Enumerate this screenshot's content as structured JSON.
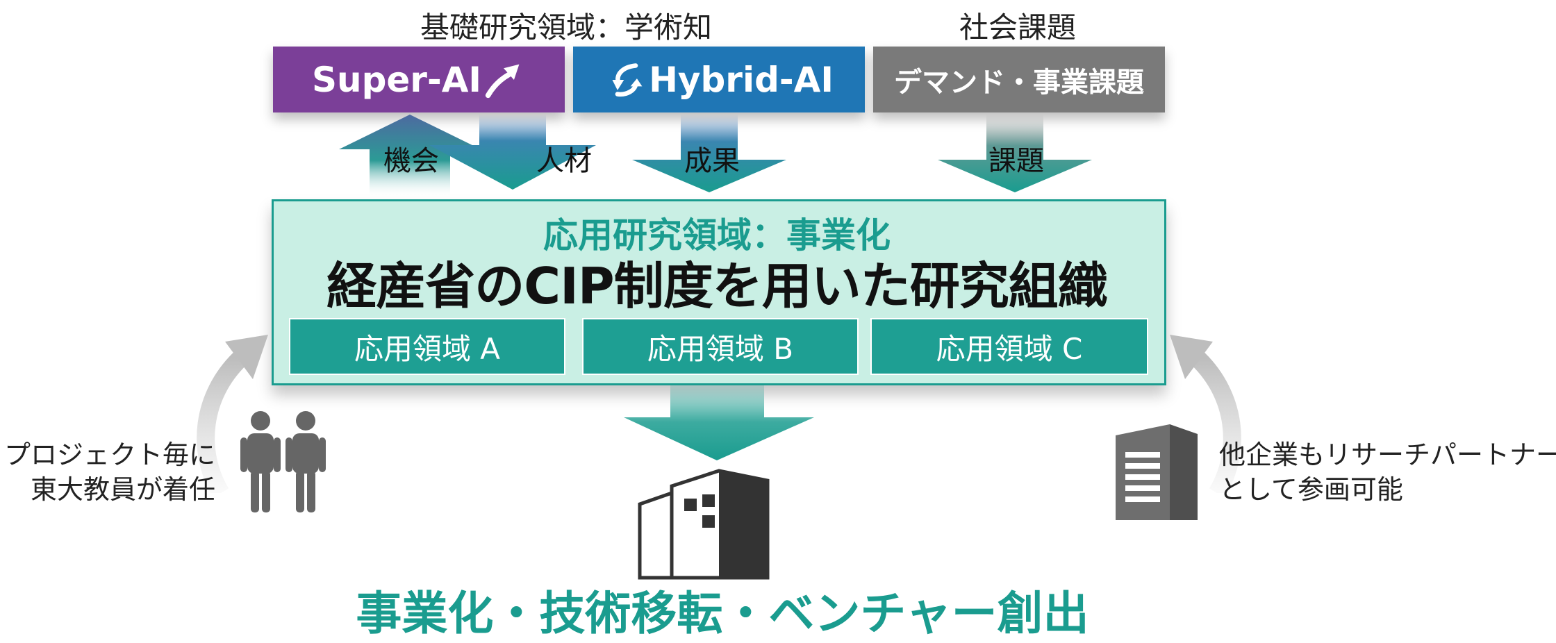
{
  "headers": {
    "left": "基礎研究領域：学術知",
    "right": "社会課題"
  },
  "top_boxes": [
    {
      "label": "Super-AI",
      "color": "#7b3f98",
      "icon": "up-right-arrow-icon"
    },
    {
      "label": "Hybrid-AI",
      "color": "#1f76b5",
      "icon": "cycle-arrow-icon"
    },
    {
      "label": "デマンド・事業課題",
      "color": "#7a7a7a"
    }
  ],
  "flow_arrows": [
    {
      "label": "機会",
      "direction": "up"
    },
    {
      "label": "人材",
      "direction": "down"
    },
    {
      "label": "成果",
      "direction": "down"
    },
    {
      "label": "課題",
      "direction": "down"
    }
  ],
  "main": {
    "subtitle": "応用研究領域：事業化",
    "title": "経産省のCIP制度を用いた研究組織",
    "areas": [
      "応用領域 A",
      "応用領域 B",
      "応用領域 C"
    ]
  },
  "left_note": {
    "line1": "プロジェクト毎に",
    "line2": "東大教員が着任",
    "icon": "people-icon"
  },
  "right_note": {
    "line1": "他企業もリサーチパートナー",
    "line2": "として参画可能",
    "icon": "office-building-icon"
  },
  "bottom": {
    "title": "事業化・技術移転・ベンチャー創出",
    "icon": "company-building-icon"
  },
  "colors": {
    "teal": "#1a9c8f",
    "teal_light": "#c9efe4",
    "purple": "#7b3f98",
    "blue": "#1f76b5",
    "gray": "#7a7a7a"
  }
}
